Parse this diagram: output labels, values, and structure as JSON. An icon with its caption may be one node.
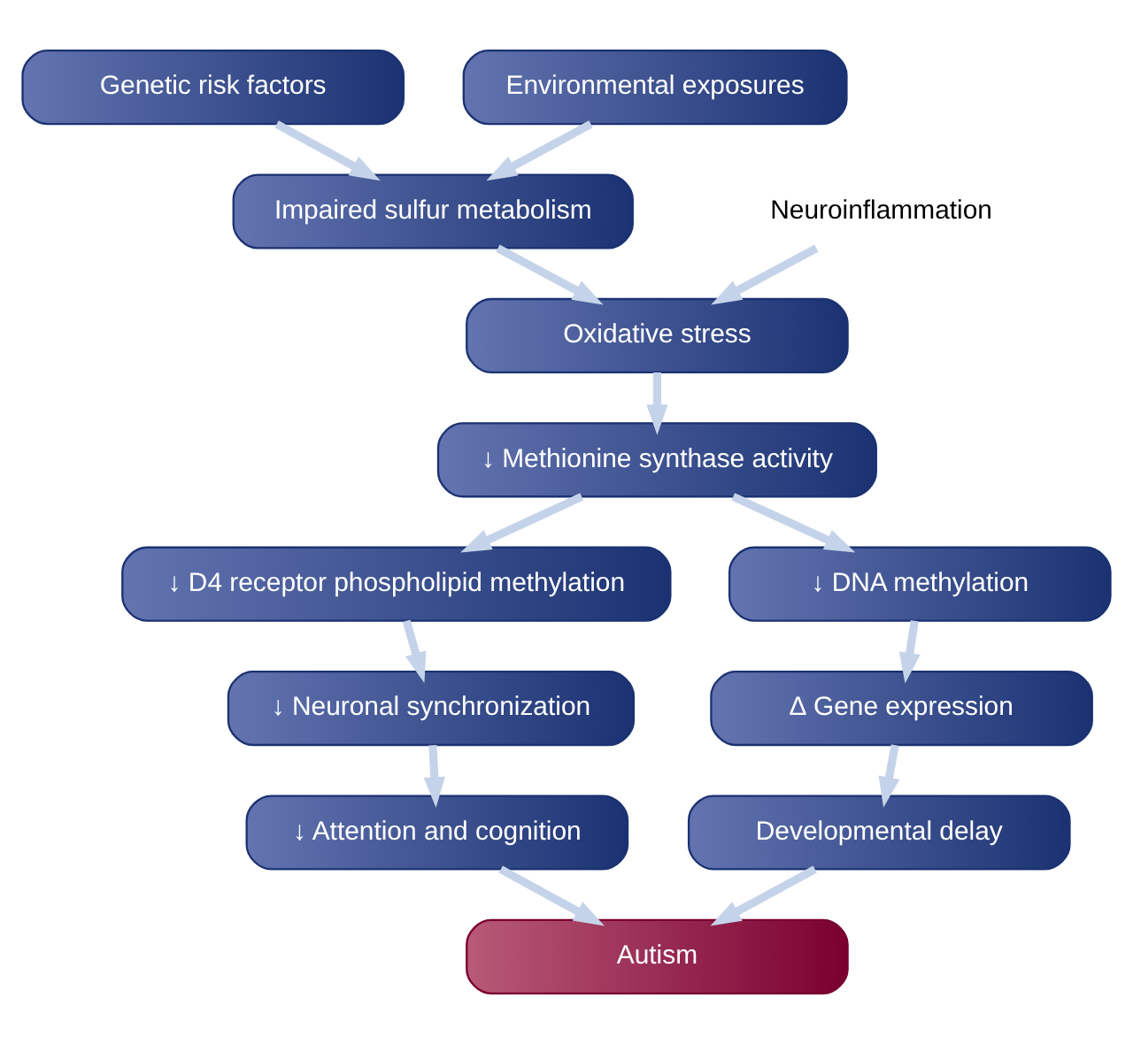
{
  "diagram": {
    "nodes": [
      {
        "text": [
          "Genetic risk factors"
        ]
      },
      {
        "text": [
          "Environmental exposures"
        ]
      },
      {
        "text": [
          "Impaired sulfur metabolism"
        ]
      },
      {
        "text": [
          "Neuroinflammation"
        ]
      },
      {
        "text": [
          "Oxidative stress"
        ]
      },
      {
        "text": [
          "↓ Methionine synthase activity"
        ]
      },
      {
        "text": [
          "↓ D4 receptor phospholipid methylation"
        ]
      },
      {
        "text": [
          "↓ DNA methylation"
        ]
      },
      {
        "text": [
          "↓ Neuronal synchronization"
        ]
      },
      {
        "text": [
          "∆ Gene expression"
        ]
      },
      {
        "text": [
          "↓ Attention and cognition"
        ]
      },
      {
        "text": [
          "Developmental delay"
        ]
      },
      {
        "text": [
          "Autism"
        ]
      }
    ],
    "edges": [
      {
        "from": 0,
        "to": 2,
        "arrow": "to"
      },
      {
        "from": 1,
        "to": 2,
        "arrow": "to"
      },
      {
        "from": 2,
        "to": 4,
        "arrow": "to"
      },
      {
        "from": 3,
        "to": 4,
        "arrow": "to"
      },
      {
        "from": 4,
        "to": 5,
        "arrow": "to"
      },
      {
        "from": 5,
        "to": 6,
        "arrow": "to"
      },
      {
        "from": 5,
        "to": 7,
        "arrow": "to"
      },
      {
        "from": 6,
        "to": 8,
        "arrow": "to"
      },
      {
        "from": 7,
        "to": 9,
        "arrow": "to"
      },
      {
        "from": 8,
        "to": 10,
        "arrow": "to"
      },
      {
        "from": 9,
        "to": 11,
        "arrow": "to"
      },
      {
        "from": 10,
        "to": 12,
        "arrow": "to"
      },
      {
        "from": 11,
        "to": 12,
        "arrow": "to"
      }
    ]
  }
}
